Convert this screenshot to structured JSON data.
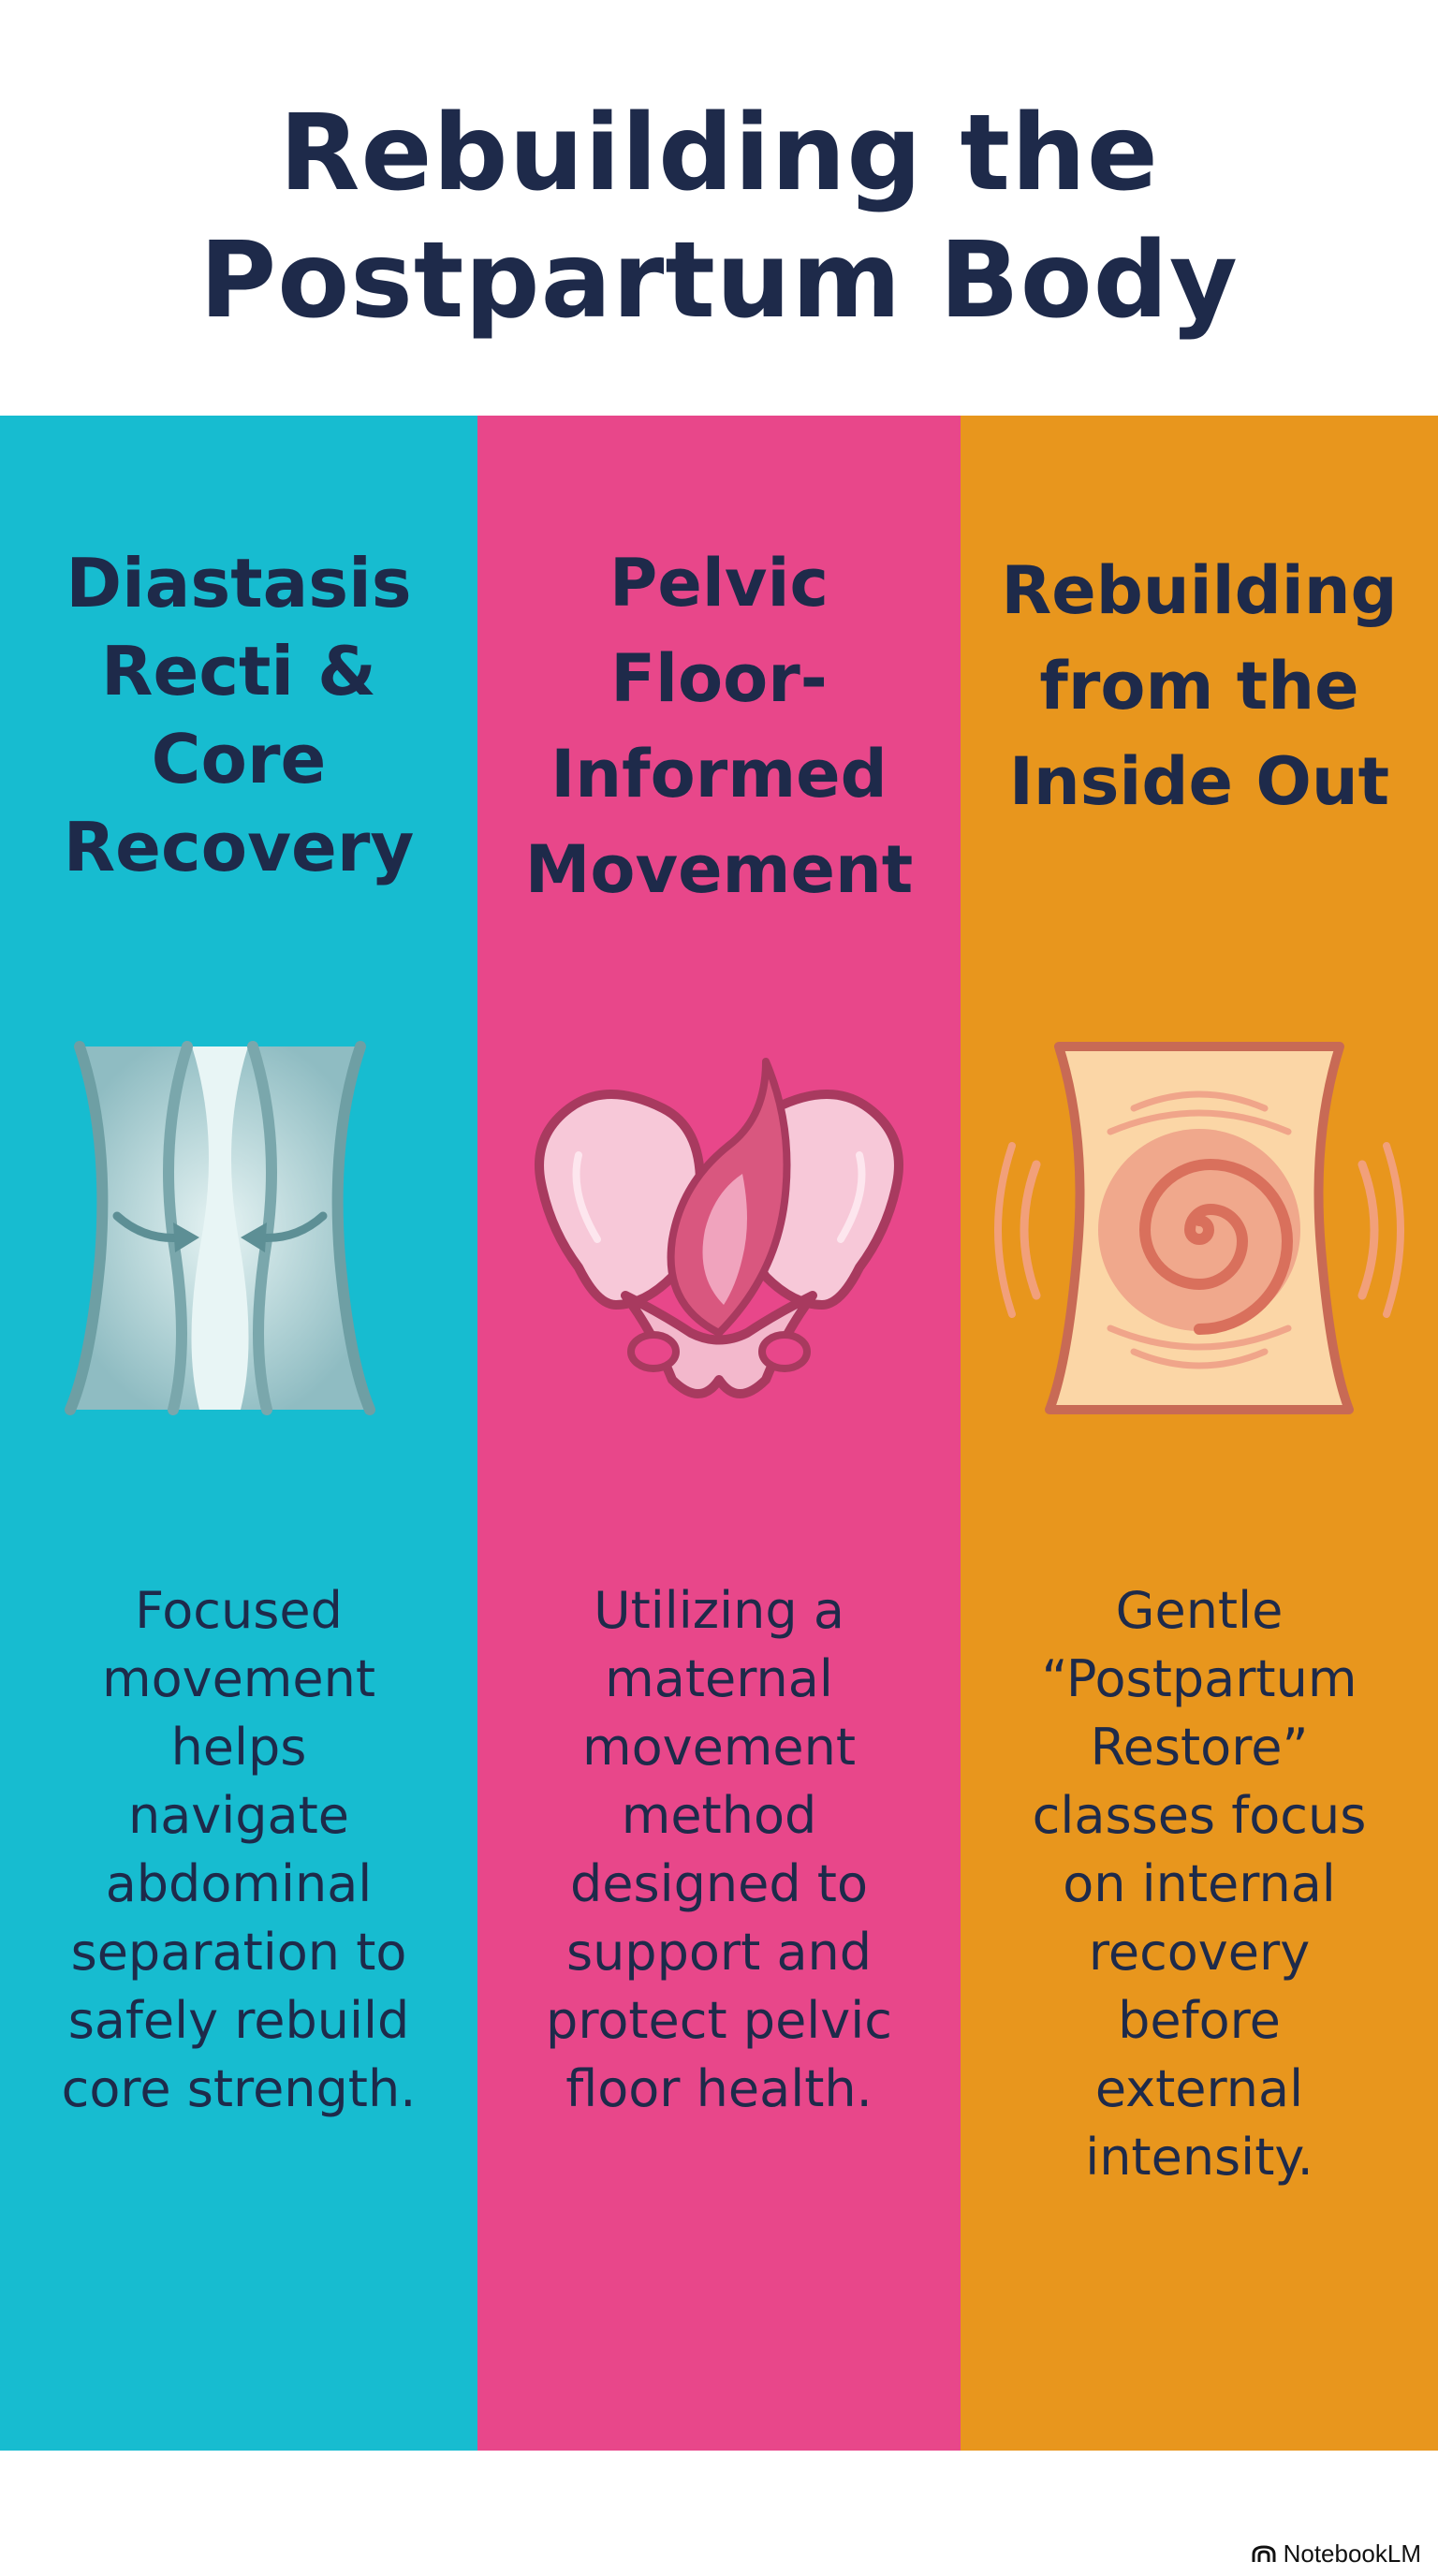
{
  "title": {
    "line1": "Rebuilding the",
    "line2": "Postpartum Body"
  },
  "colors": {
    "title": "#1e2a4a",
    "col1": "#17bcd0",
    "col2": "#e8478a",
    "col3": "#e8961d"
  },
  "columns": [
    {
      "heading": [
        "Diastasis",
        "Recti &",
        "Core",
        "Recovery"
      ],
      "icon": "abdominal-separation-icon",
      "body": [
        "Focused",
        "movement",
        "helps",
        "navigate",
        "abdominal",
        "separation to",
        "safely rebuild",
        "core strength."
      ]
    },
    {
      "heading": [
        "Pelvic",
        "Floor-",
        "Informed",
        "Movement"
      ],
      "icon": "pelvis-icon",
      "body": [
        "Utilizing a",
        "maternal",
        "movement",
        "method",
        "designed to",
        "support and",
        "protect pelvic",
        "floor health."
      ]
    },
    {
      "heading": [
        "Rebuilding",
        "from the",
        "Inside Out"
      ],
      "icon": "core-spiral-icon",
      "body": [
        "Gentle",
        "“Postpartum",
        "Restore”",
        "classes focus",
        "on internal",
        "recovery",
        "before",
        "external",
        "intensity."
      ]
    }
  ],
  "footer": {
    "brand": "NotebookLM",
    "icon": "notebooklm-logo-icon"
  }
}
